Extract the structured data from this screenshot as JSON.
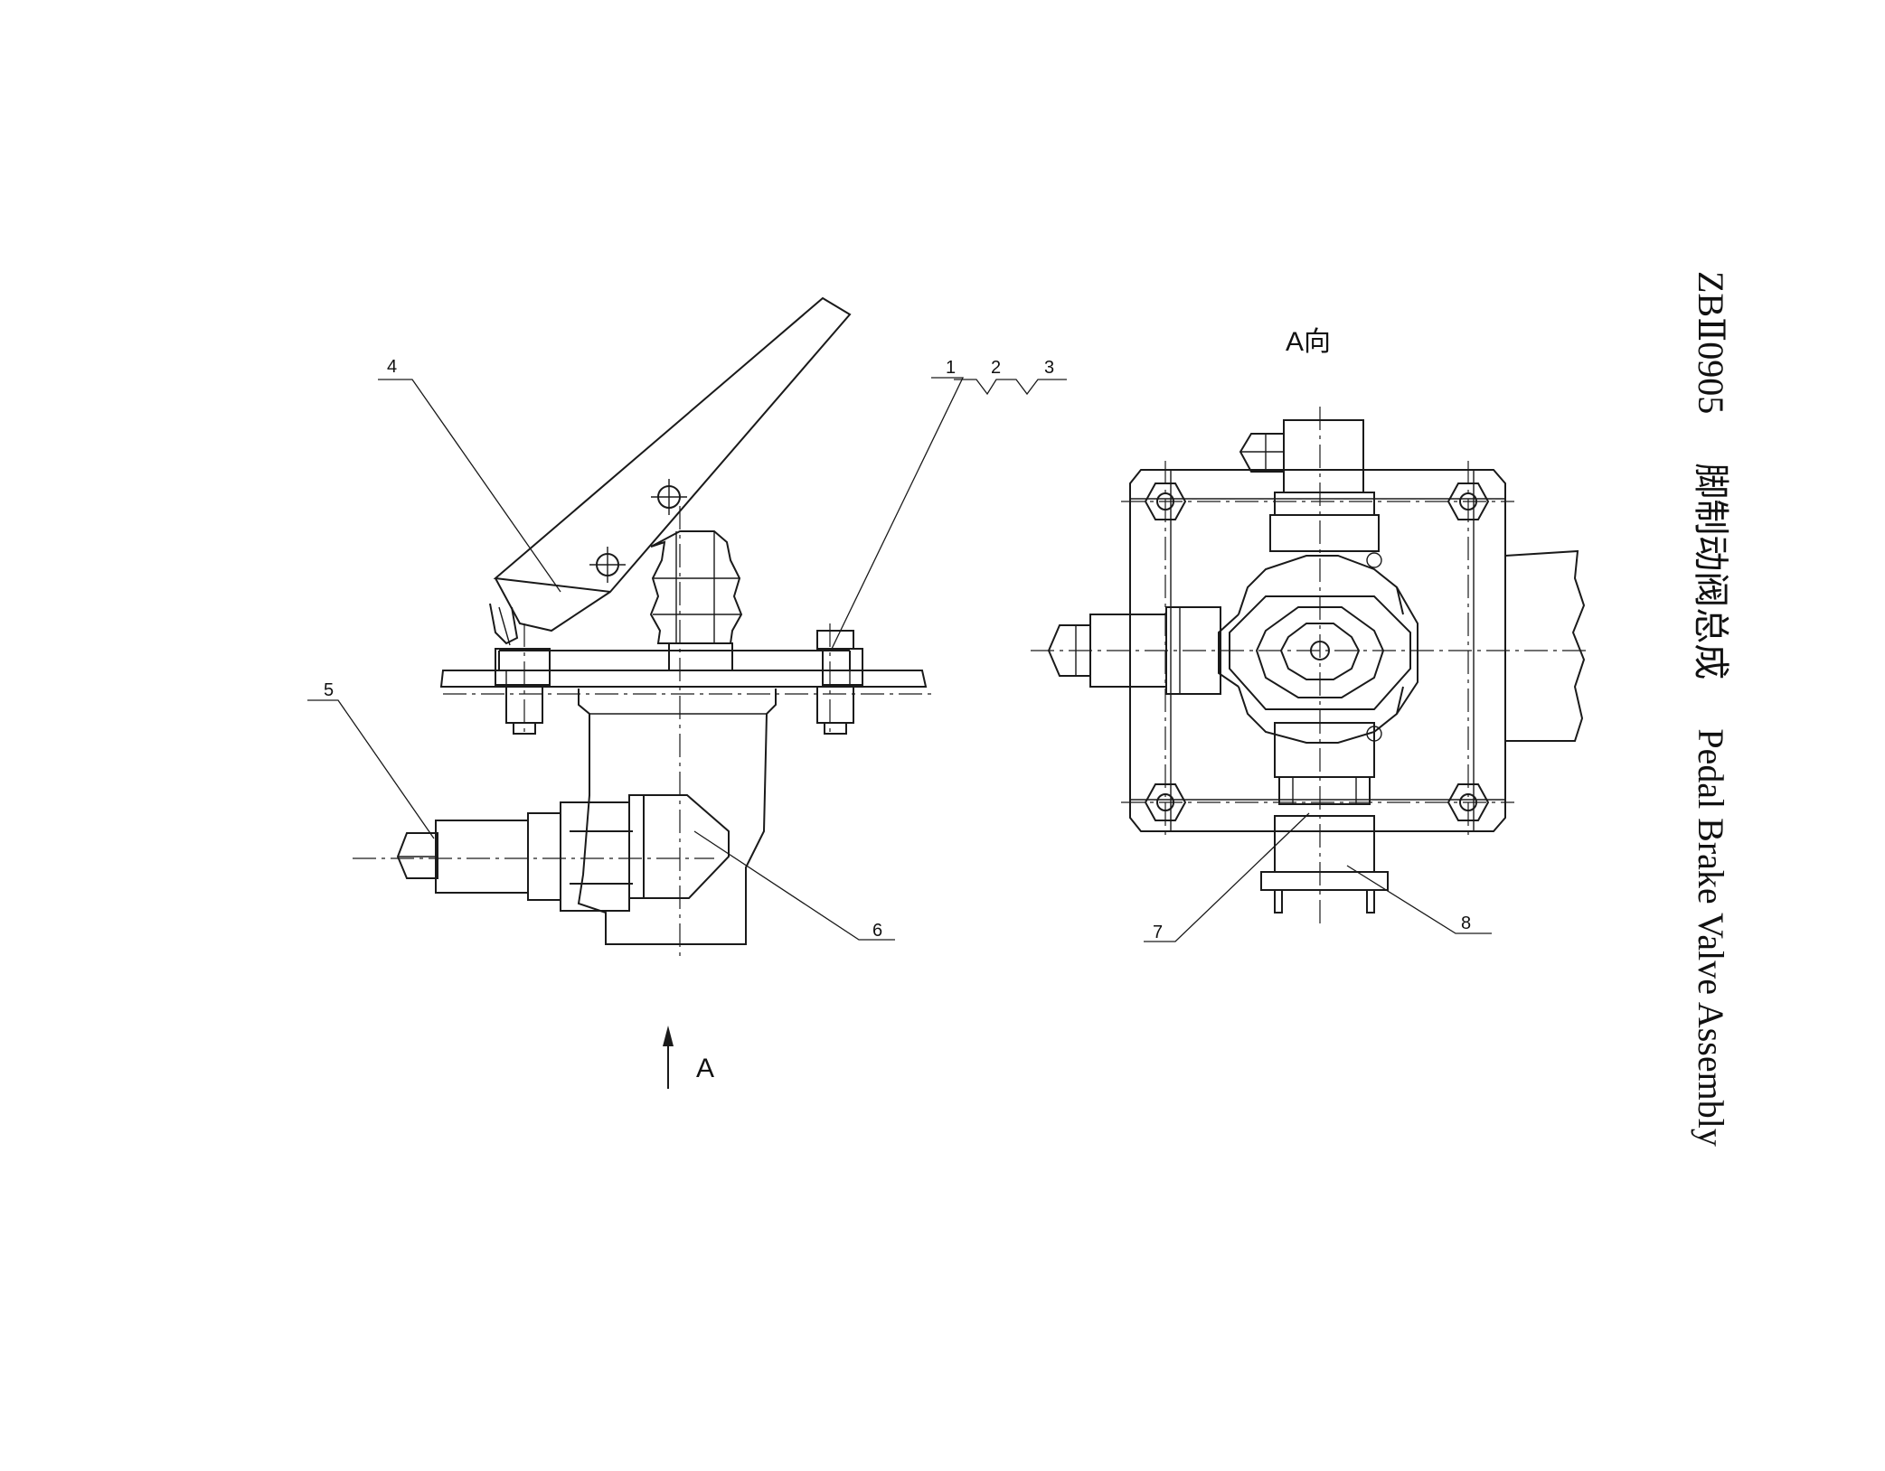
{
  "drawing": {
    "doc_code": "ZBⅡ0905",
    "title_cn": "脚制动阀总成",
    "title_en": "Pedal Brake Valve Assembly",
    "view_label": "A向",
    "arrow_label": "A",
    "callouts": {
      "c1": "1",
      "c2": "2",
      "c3": "3",
      "c4": "4",
      "c5": "5",
      "c6": "6",
      "c7": "7",
      "c8": "8"
    }
  }
}
